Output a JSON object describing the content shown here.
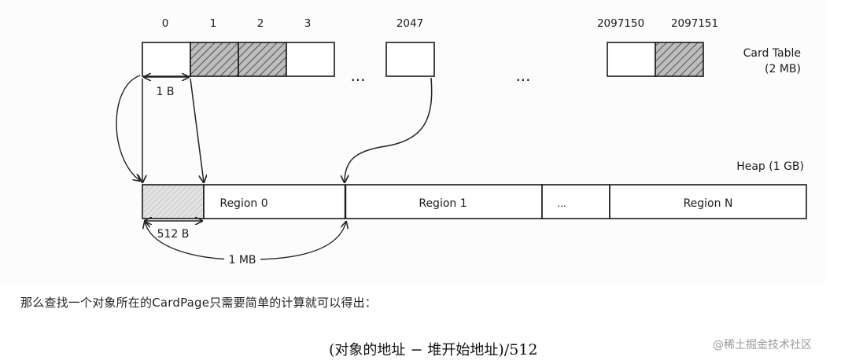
{
  "diagram": {
    "card_indices": [
      "0",
      "1",
      "2",
      "3",
      "2047",
      "2097150",
      "2097151"
    ],
    "ellipsis": "...",
    "card_table_label": "Card Table",
    "card_table_size": "(2  MB)",
    "heap_label": "Heap (1 GB)",
    "one_byte_label": "1 B",
    "regions": [
      "Region 0",
      "Region 1",
      "...",
      "Region N"
    ],
    "card_page_label": "512 B",
    "region_size_label": "1 MB"
  },
  "caption": "那么查找一个对象所在的CardPage只需要简单的计算就可以得出：",
  "formula": {
    "open": "(",
    "obj_addr": "对象的地址",
    "minus": " − ",
    "heap_start": "堆开始地址",
    "close_div": ")/512"
  },
  "watermark": "@稀土掘金技术社区"
}
